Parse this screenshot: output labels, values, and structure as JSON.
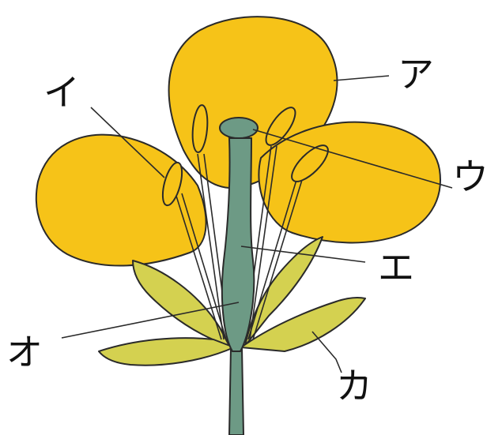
{
  "labels": {
    "a": "ア",
    "i": "イ",
    "u": "ウ",
    "e": "エ",
    "o": "オ",
    "ka": "カ"
  },
  "colors": {
    "petal": "#f6c318",
    "sepal": "#d4d150",
    "pistil": "#6d9a85",
    "stem": "#6d9a85",
    "outline": "#2a2a2a"
  }
}
